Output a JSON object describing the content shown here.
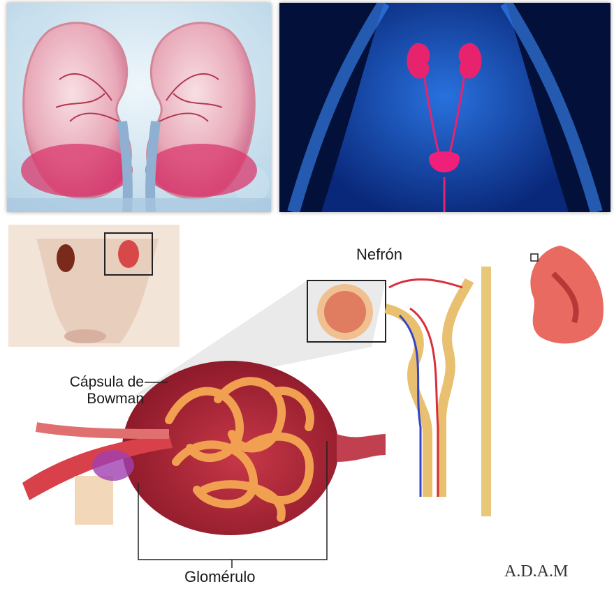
{
  "labels": {
    "nephron": "Nefrón",
    "bowman_line1": "Cápsula de",
    "bowman_line2": "Bowman",
    "glomerulus": "Glomérulo",
    "brand": "A.D.A.M"
  },
  "colors": {
    "kidney_pink": "#e0708c",
    "body_blue": "#1f5fd8",
    "organ_magenta": "#e8236e",
    "capsule_red": "#b0283a",
    "tubule_orange": "#f0a050",
    "vein_blue": "#3444c8",
    "artery_red": "#d8303a",
    "collecting_duct_yellow": "#e8c878"
  }
}
